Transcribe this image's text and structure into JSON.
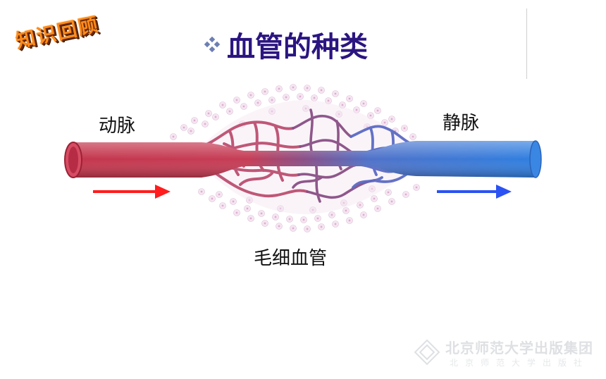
{
  "badge": {
    "text": "知识回顾"
  },
  "slide": {
    "title": "血管的种类"
  },
  "diagram": {
    "artery_label": "动脉",
    "vein_label": "静脉",
    "caption": "毛细血管",
    "colors": {
      "artery": "#c83a4e",
      "vein": "#3d79d8",
      "capillary": "#8e4f86",
      "arrow_left": "#ff1d1d",
      "arrow_right": "#2b52f2"
    }
  },
  "watermark": {
    "line1": "北京师范大学出版集团",
    "line2": "北京师范大学出版社"
  }
}
